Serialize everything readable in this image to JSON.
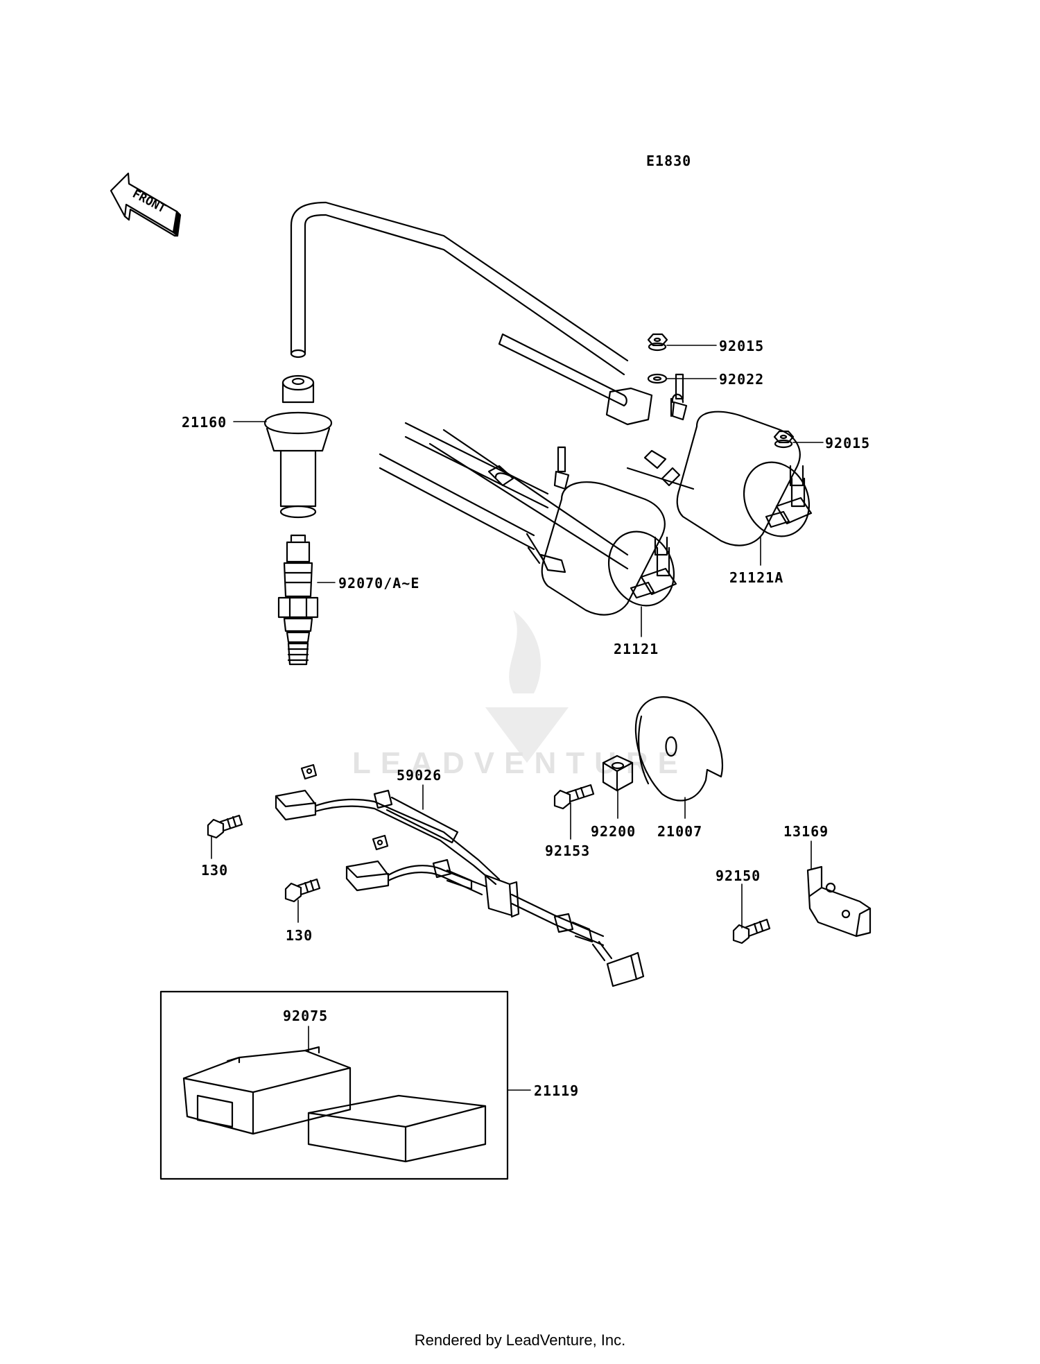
{
  "diagram": {
    "code": "E1830",
    "front_label": "FRONT",
    "watermark_text": "LEADVENTURE",
    "parts": {
      "p21160": "21160",
      "p92070": "92070/A~E",
      "p92015a": "92015",
      "p92022": "92022",
      "p92015b": "92015",
      "p21121A": "21121A",
      "p21121": "21121",
      "p59026": "59026",
      "p130a": "130",
      "p130b": "130",
      "p92153": "92153",
      "p92200": "92200",
      "p21007": "21007",
      "p13169": "13169",
      "p92150": "92150",
      "p92075": "92075",
      "p21119": "21119"
    }
  },
  "footer": {
    "text": "Rendered by LeadVenture, Inc."
  },
  "colors": {
    "line": "#000000",
    "watermark": "#e3e3e3",
    "background": "#ffffff"
  }
}
